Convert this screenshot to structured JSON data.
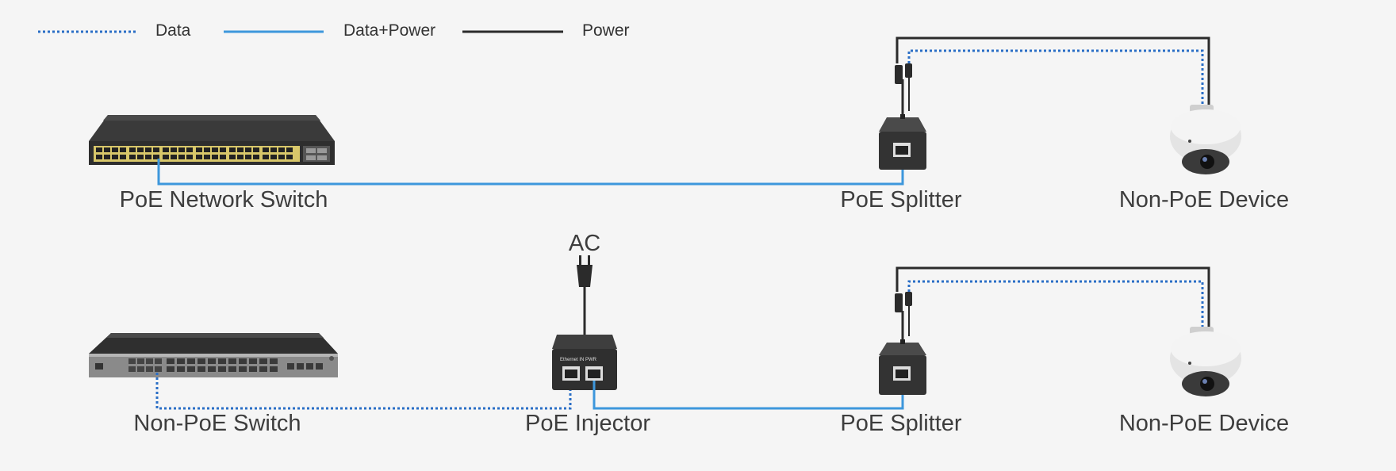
{
  "legend": {
    "data": "Data",
    "data_power": "Data+Power",
    "power": "Power"
  },
  "colors": {
    "data": "#2a6ec6",
    "data_power": "#3d97dc",
    "power": "#2b2b2b",
    "background": "#f5f5f5"
  },
  "top_row": {
    "switch_label": "PoE Network Switch",
    "splitter_label": "PoE Splitter",
    "device_label": "Non-PoE Device"
  },
  "bottom_row": {
    "switch_label": "Non-PoE Switch",
    "ac_label": "AC",
    "injector_label": "PoE Injector",
    "injector_port_left": "Ethernet IN",
    "injector_port_right": "PWR",
    "splitter_label": "PoE Splitter",
    "device_label": "Non-PoE Device"
  }
}
